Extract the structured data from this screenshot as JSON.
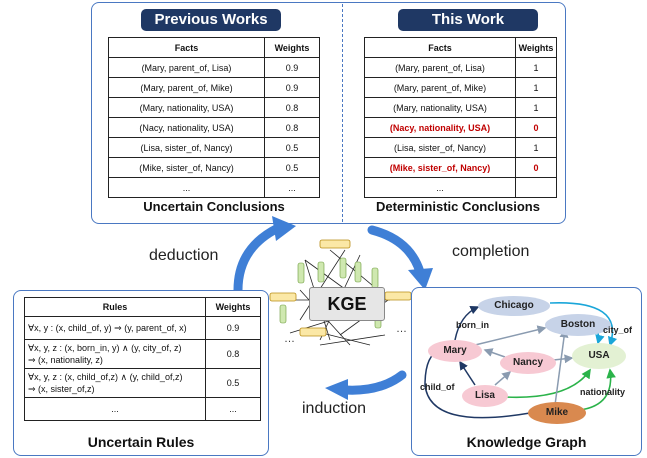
{
  "previous": {
    "header": "Previous Works",
    "col_facts": "Facts",
    "col_weights": "Weights",
    "rows": [
      {
        "fact": "(Mary, parent_of, Lisa)",
        "weight": "0.9"
      },
      {
        "fact": "(Mary, parent_of, Mike)",
        "weight": "0.9"
      },
      {
        "fact": "(Mary, nationality, USA)",
        "weight": "0.8"
      },
      {
        "fact": "(Nacy, nationality, USA)",
        "weight": "0.8"
      },
      {
        "fact": "(Lisa, sister_of, Nancy)",
        "weight": "0.5"
      },
      {
        "fact": "(Mike, sister_of, Nancy)",
        "weight": "0.5"
      },
      {
        "fact": "...",
        "weight": "..."
      }
    ],
    "caption": "Uncertain Conclusions"
  },
  "this_work": {
    "header": "This Work",
    "col_facts": "Facts",
    "col_weights": "Weights",
    "rows": [
      {
        "fact": "(Mary, parent_of, Lisa)",
        "weight": "1"
      },
      {
        "fact": "(Mary, parent_of, Mike)",
        "weight": "1"
      },
      {
        "fact": "(Mary, nationality, USA)",
        "weight": "1"
      },
      {
        "fact": "(Nacy, nationality, USA)",
        "weight": "0",
        "highlight": true
      },
      {
        "fact": "(Lisa, sister_of, Nancy)",
        "weight": "1"
      },
      {
        "fact": "(Mike, sister_of, Nancy)",
        "weight": "0",
        "highlight": true
      },
      {
        "fact": "...",
        "weight": ""
      }
    ],
    "caption": "Deterministic Conclusions"
  },
  "cycle": {
    "deduction": "deduction",
    "completion": "completion",
    "induction": "induction",
    "kge": "KGE",
    "arrow_color": "#3f7fd6"
  },
  "rules": {
    "col_rules": "Rules",
    "col_weights": "Weights",
    "rows": [
      {
        "rule_line1": "∀x, y : (x, child_of, y) ⇒ (y, parent_of, x)",
        "rule_line2": "",
        "weight": "0.9"
      },
      {
        "rule_line1": "∀x, y, z : (x, born_in, y) ∧ (y, city_of, z)",
        "rule_line2": "⇒ (x, nationality, z)",
        "weight": "0.8"
      },
      {
        "rule_line1": "∀x, y, z : (x, child_of,z) ∧ (y, child_of,z)",
        "rule_line2": "⇒ (x, sister_of,z)",
        "weight": "0.5"
      },
      {
        "rule_line1": "...",
        "rule_line2": "",
        "weight": "..."
      }
    ],
    "caption": "Uncertain Rules"
  },
  "kg": {
    "caption": "Knowledge Graph",
    "nodes": {
      "chicago": "Chicago",
      "boston": "Boston",
      "mary": "Mary",
      "nancy": "Nancy",
      "usa": "USA",
      "lisa": "Lisa",
      "mike": "Mike"
    },
    "edges": {
      "born_in": "born_in",
      "city_of": "city_of",
      "child_of": "child_of",
      "nationality": "nationality"
    }
  }
}
